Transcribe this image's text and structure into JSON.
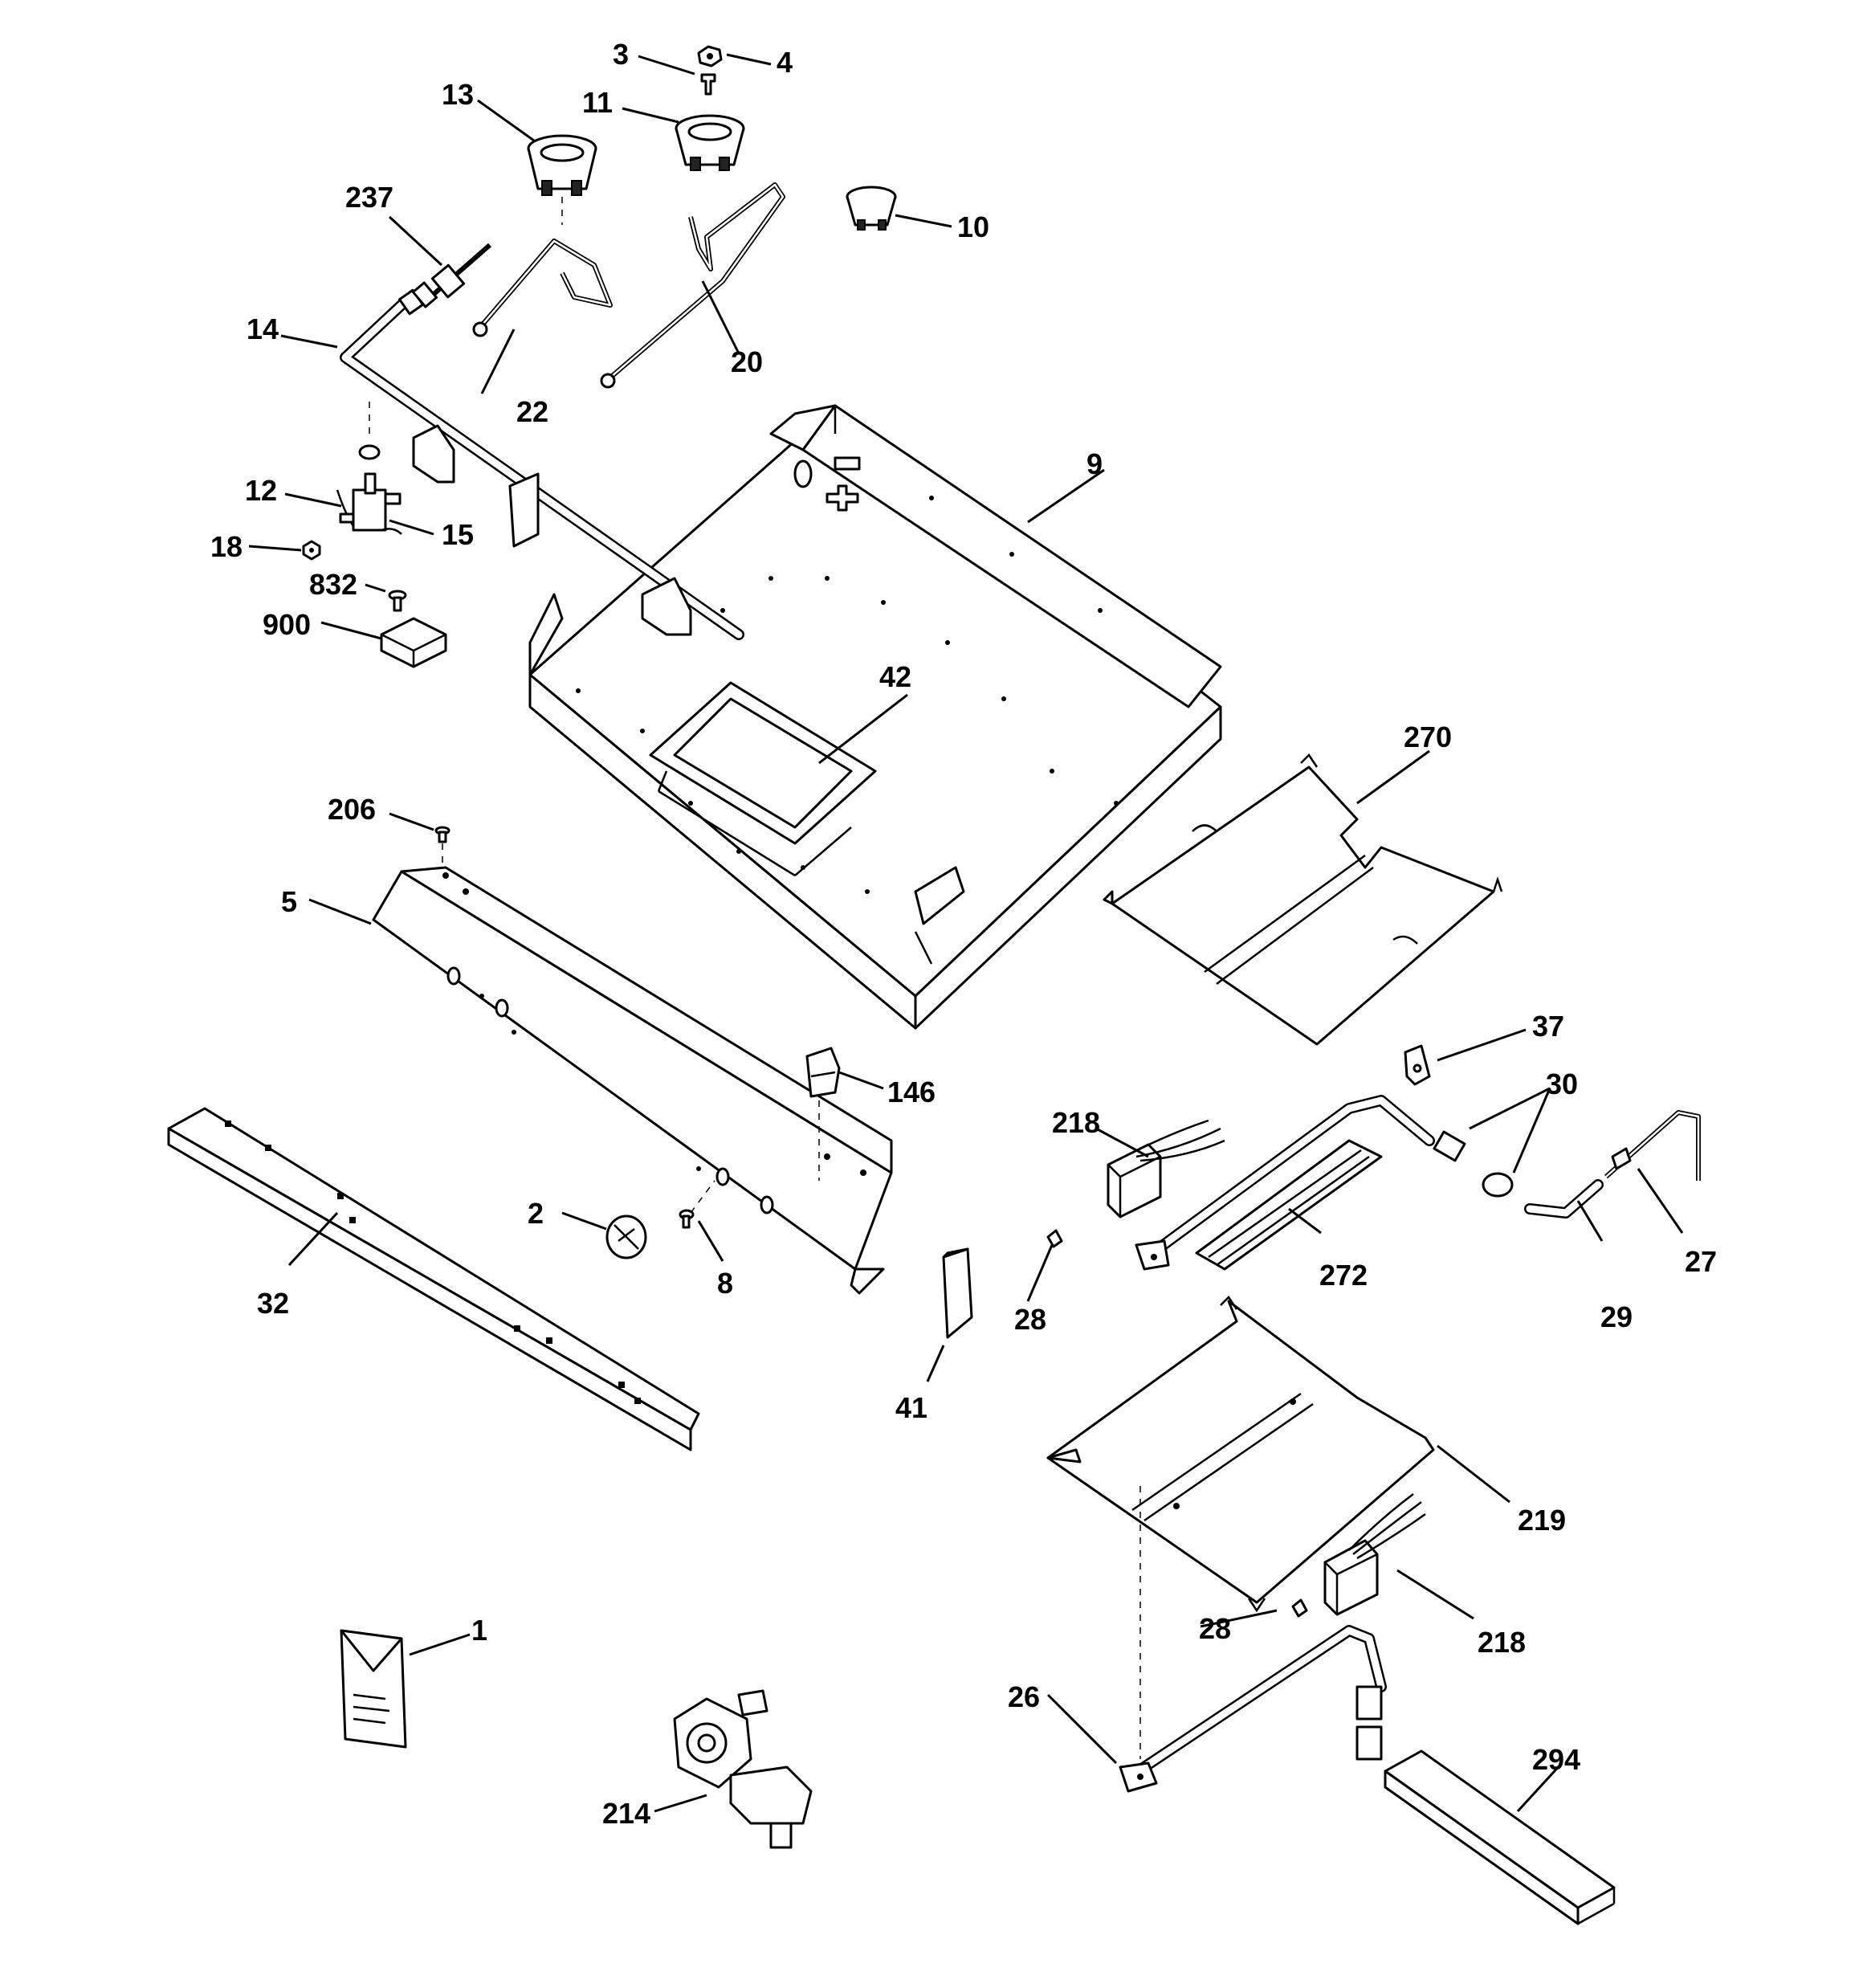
{
  "labels": {
    "p1": "1",
    "p2": "2",
    "p3": "3",
    "p4": "4",
    "p5": "5",
    "p8": "8",
    "p9": "9",
    "p10": "10",
    "p11": "11",
    "p12": "12",
    "p13": "13",
    "p14": "14",
    "p15": "15",
    "p18": "18",
    "p20": "20",
    "p22": "22",
    "p26": "26",
    "p27": "27",
    "p28a": "28",
    "p28b": "28",
    "p29": "29",
    "p30": "30",
    "p32": "32",
    "p37": "37",
    "p41": "41",
    "p42": "42",
    "p146": "146",
    "p206": "206",
    "p214": "214",
    "p218a": "218",
    "p218b": "218",
    "p219": "219",
    "p237": "237",
    "p270": "270",
    "p272": "272",
    "p294": "294",
    "p832": "832",
    "p900": "900"
  }
}
